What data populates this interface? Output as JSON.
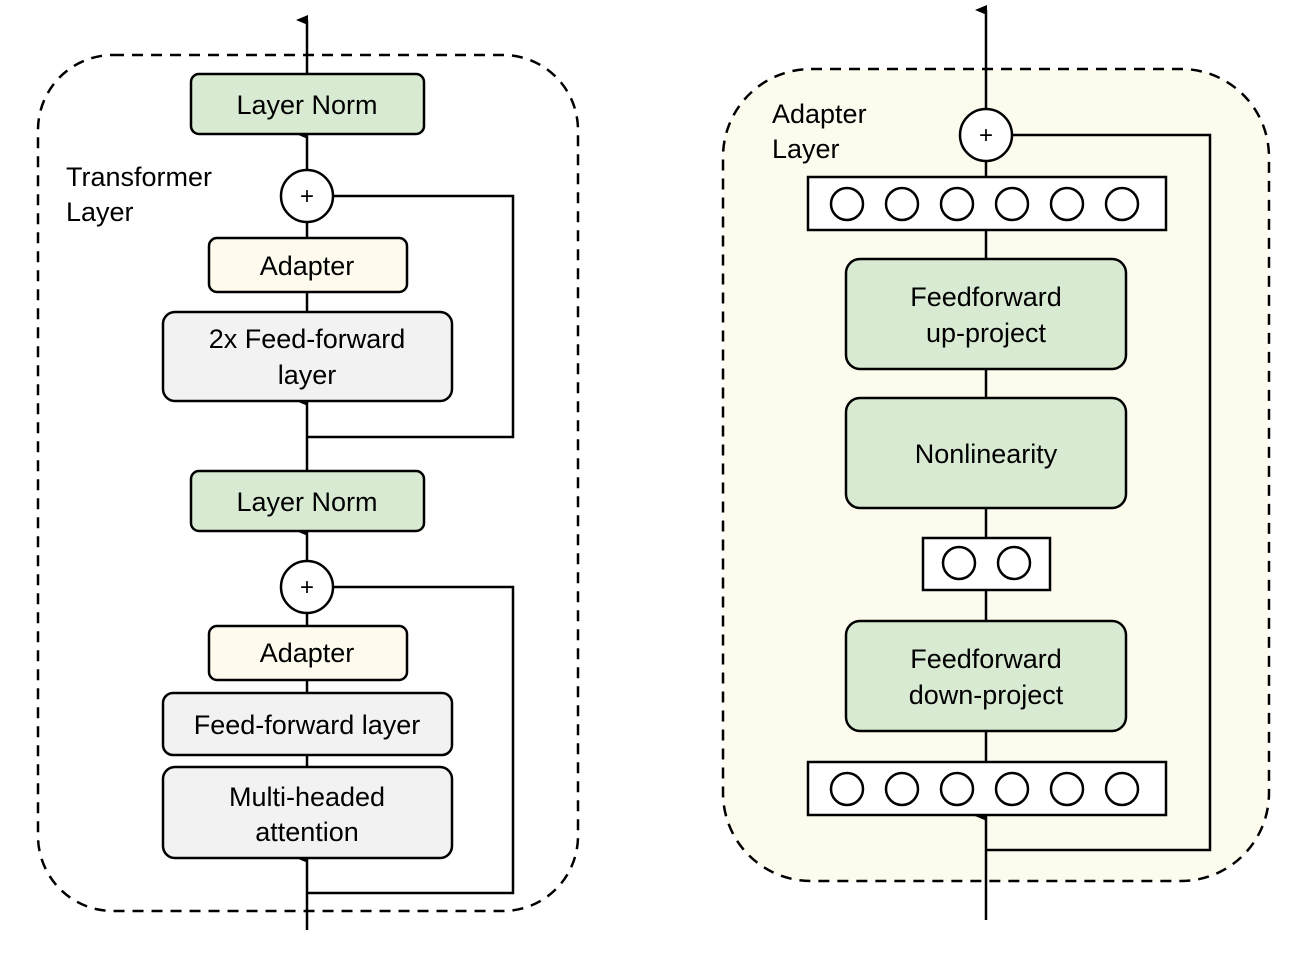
{
  "colors": {
    "green_box": "#d9ead3",
    "adapter_box": "#fefbee",
    "ff_box": "#f2f2f2",
    "adapter_panel": "#fcfbee",
    "stroke": "#000000"
  },
  "transformer": {
    "title_line1": "Transformer",
    "title_line2": "Layer",
    "top_layer_norm": "Layer Norm",
    "top_adapter": "Adapter",
    "ff2x_line1": "2x Feed-forward",
    "ff2x_line2": "layer",
    "mid_layer_norm": "Layer Norm",
    "bottom_adapter": "Adapter",
    "ff_layer": "Feed-forward layer",
    "mha_line1": "Multi-headed",
    "mha_line2": "attention",
    "plus_symbol": "+"
  },
  "adapter_layer": {
    "title_line1": "Adapter",
    "title_line2": "Layer",
    "up_line1": "Feedforward",
    "up_line2": "up-project",
    "nonlinearity": "Nonlinearity",
    "down_line1": "Feedforward",
    "down_line2": "down-project",
    "plus_symbol": "+",
    "output_units": 6,
    "bottleneck_units": 2,
    "input_units": 6
  }
}
